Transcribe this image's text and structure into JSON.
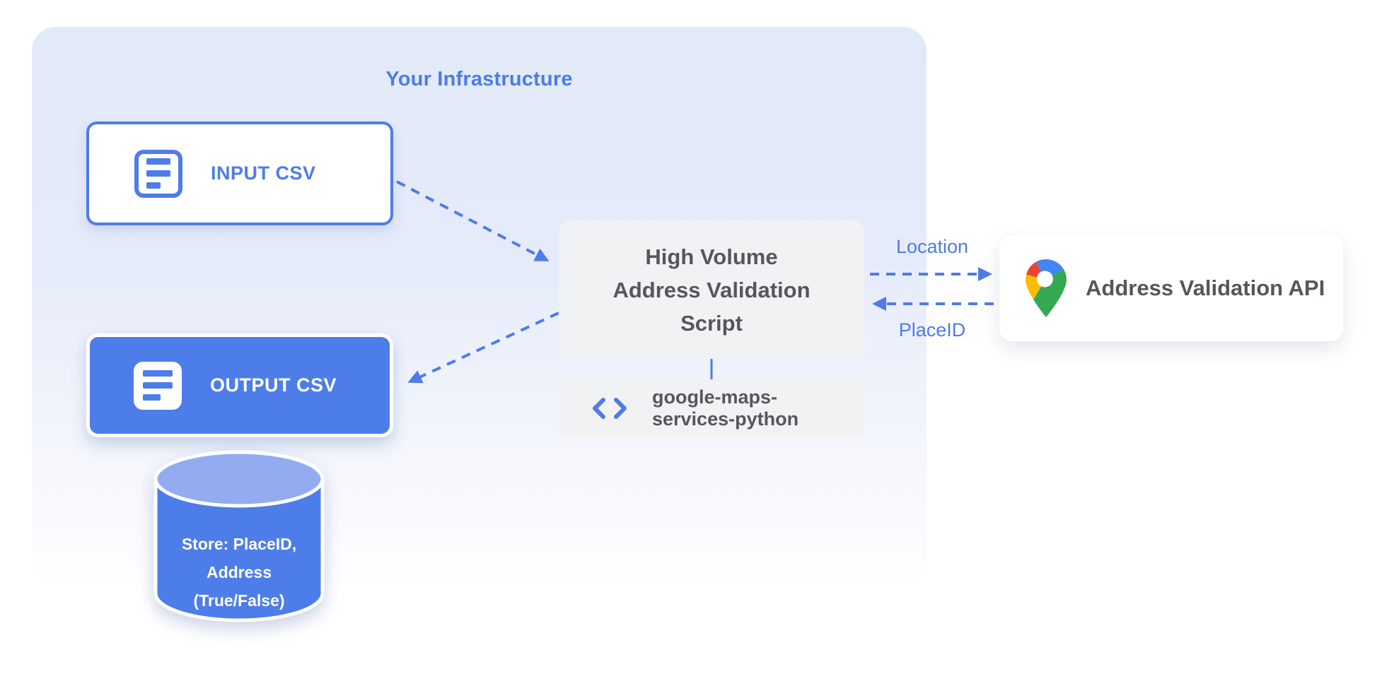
{
  "diagram_title": "Your Infrastructure",
  "colors": {
    "primary_blue": "#4d7de8",
    "cylinder_top_blue": "#93acf0",
    "panel_gradient_top": "#e2e9f8",
    "panel_gradient_bottom": "#fdfeff",
    "node_gray_bg": "#f1f2f3",
    "node_text_gray": "#54585c",
    "pin_red": "#EA4335",
    "pin_blue": "#4285F4",
    "pin_yellow": "#FBBC04",
    "pin_green": "#34A853"
  },
  "nodes": {
    "input_csv": {
      "label": "INPUT CSV",
      "icon": "document-icon"
    },
    "output_csv": {
      "label": "OUTPUT CSV",
      "icon": "document-icon"
    },
    "datastore": {
      "lines": [
        "Store: PlaceID,",
        "Address",
        "(True/False)"
      ],
      "icon": "database-cylinder"
    },
    "script": {
      "lines": [
        "High Volume",
        "Address Validation",
        "Script"
      ]
    },
    "library": {
      "lines": [
        "google-maps-",
        "services-python"
      ],
      "icon": "code-icon"
    },
    "api": {
      "label": "Address Validation API",
      "icon": "google-maps-pin-icon"
    }
  },
  "edges": {
    "location_label": "Location",
    "placeid_label": "PlaceID"
  }
}
